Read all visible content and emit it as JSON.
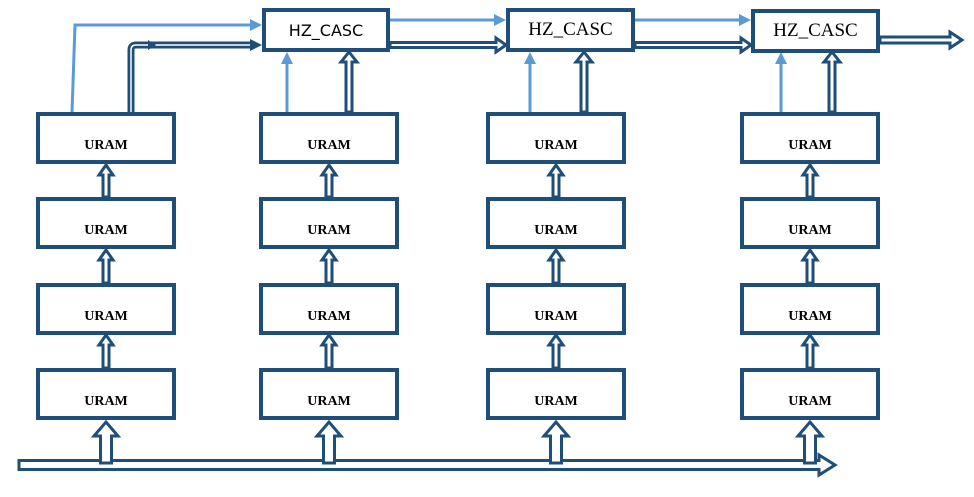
{
  "diagram": {
    "colors": {
      "dark": "#1f4e79",
      "light": "#5b9bd5"
    },
    "hz_casc": [
      {
        "label": "HZ_CASC"
      },
      {
        "label": "HZ_CASC"
      },
      {
        "label": "HZ_CASC"
      }
    ],
    "columns": [
      {
        "urams": [
          {
            "label": "URAM"
          },
          {
            "label": "URAM"
          },
          {
            "label": "URAM"
          },
          {
            "label": "URAM"
          }
        ]
      },
      {
        "urams": [
          {
            "label": "URAM"
          },
          {
            "label": "URAM"
          },
          {
            "label": "URAM"
          },
          {
            "label": "URAM"
          }
        ]
      },
      {
        "urams": [
          {
            "label": "URAM"
          },
          {
            "label": "URAM"
          },
          {
            "label": "URAM"
          },
          {
            "label": "URAM"
          }
        ]
      },
      {
        "urams": [
          {
            "label": "URAM"
          },
          {
            "label": "URAM"
          },
          {
            "label": "URAM"
          },
          {
            "label": "URAM"
          }
        ]
      }
    ]
  }
}
